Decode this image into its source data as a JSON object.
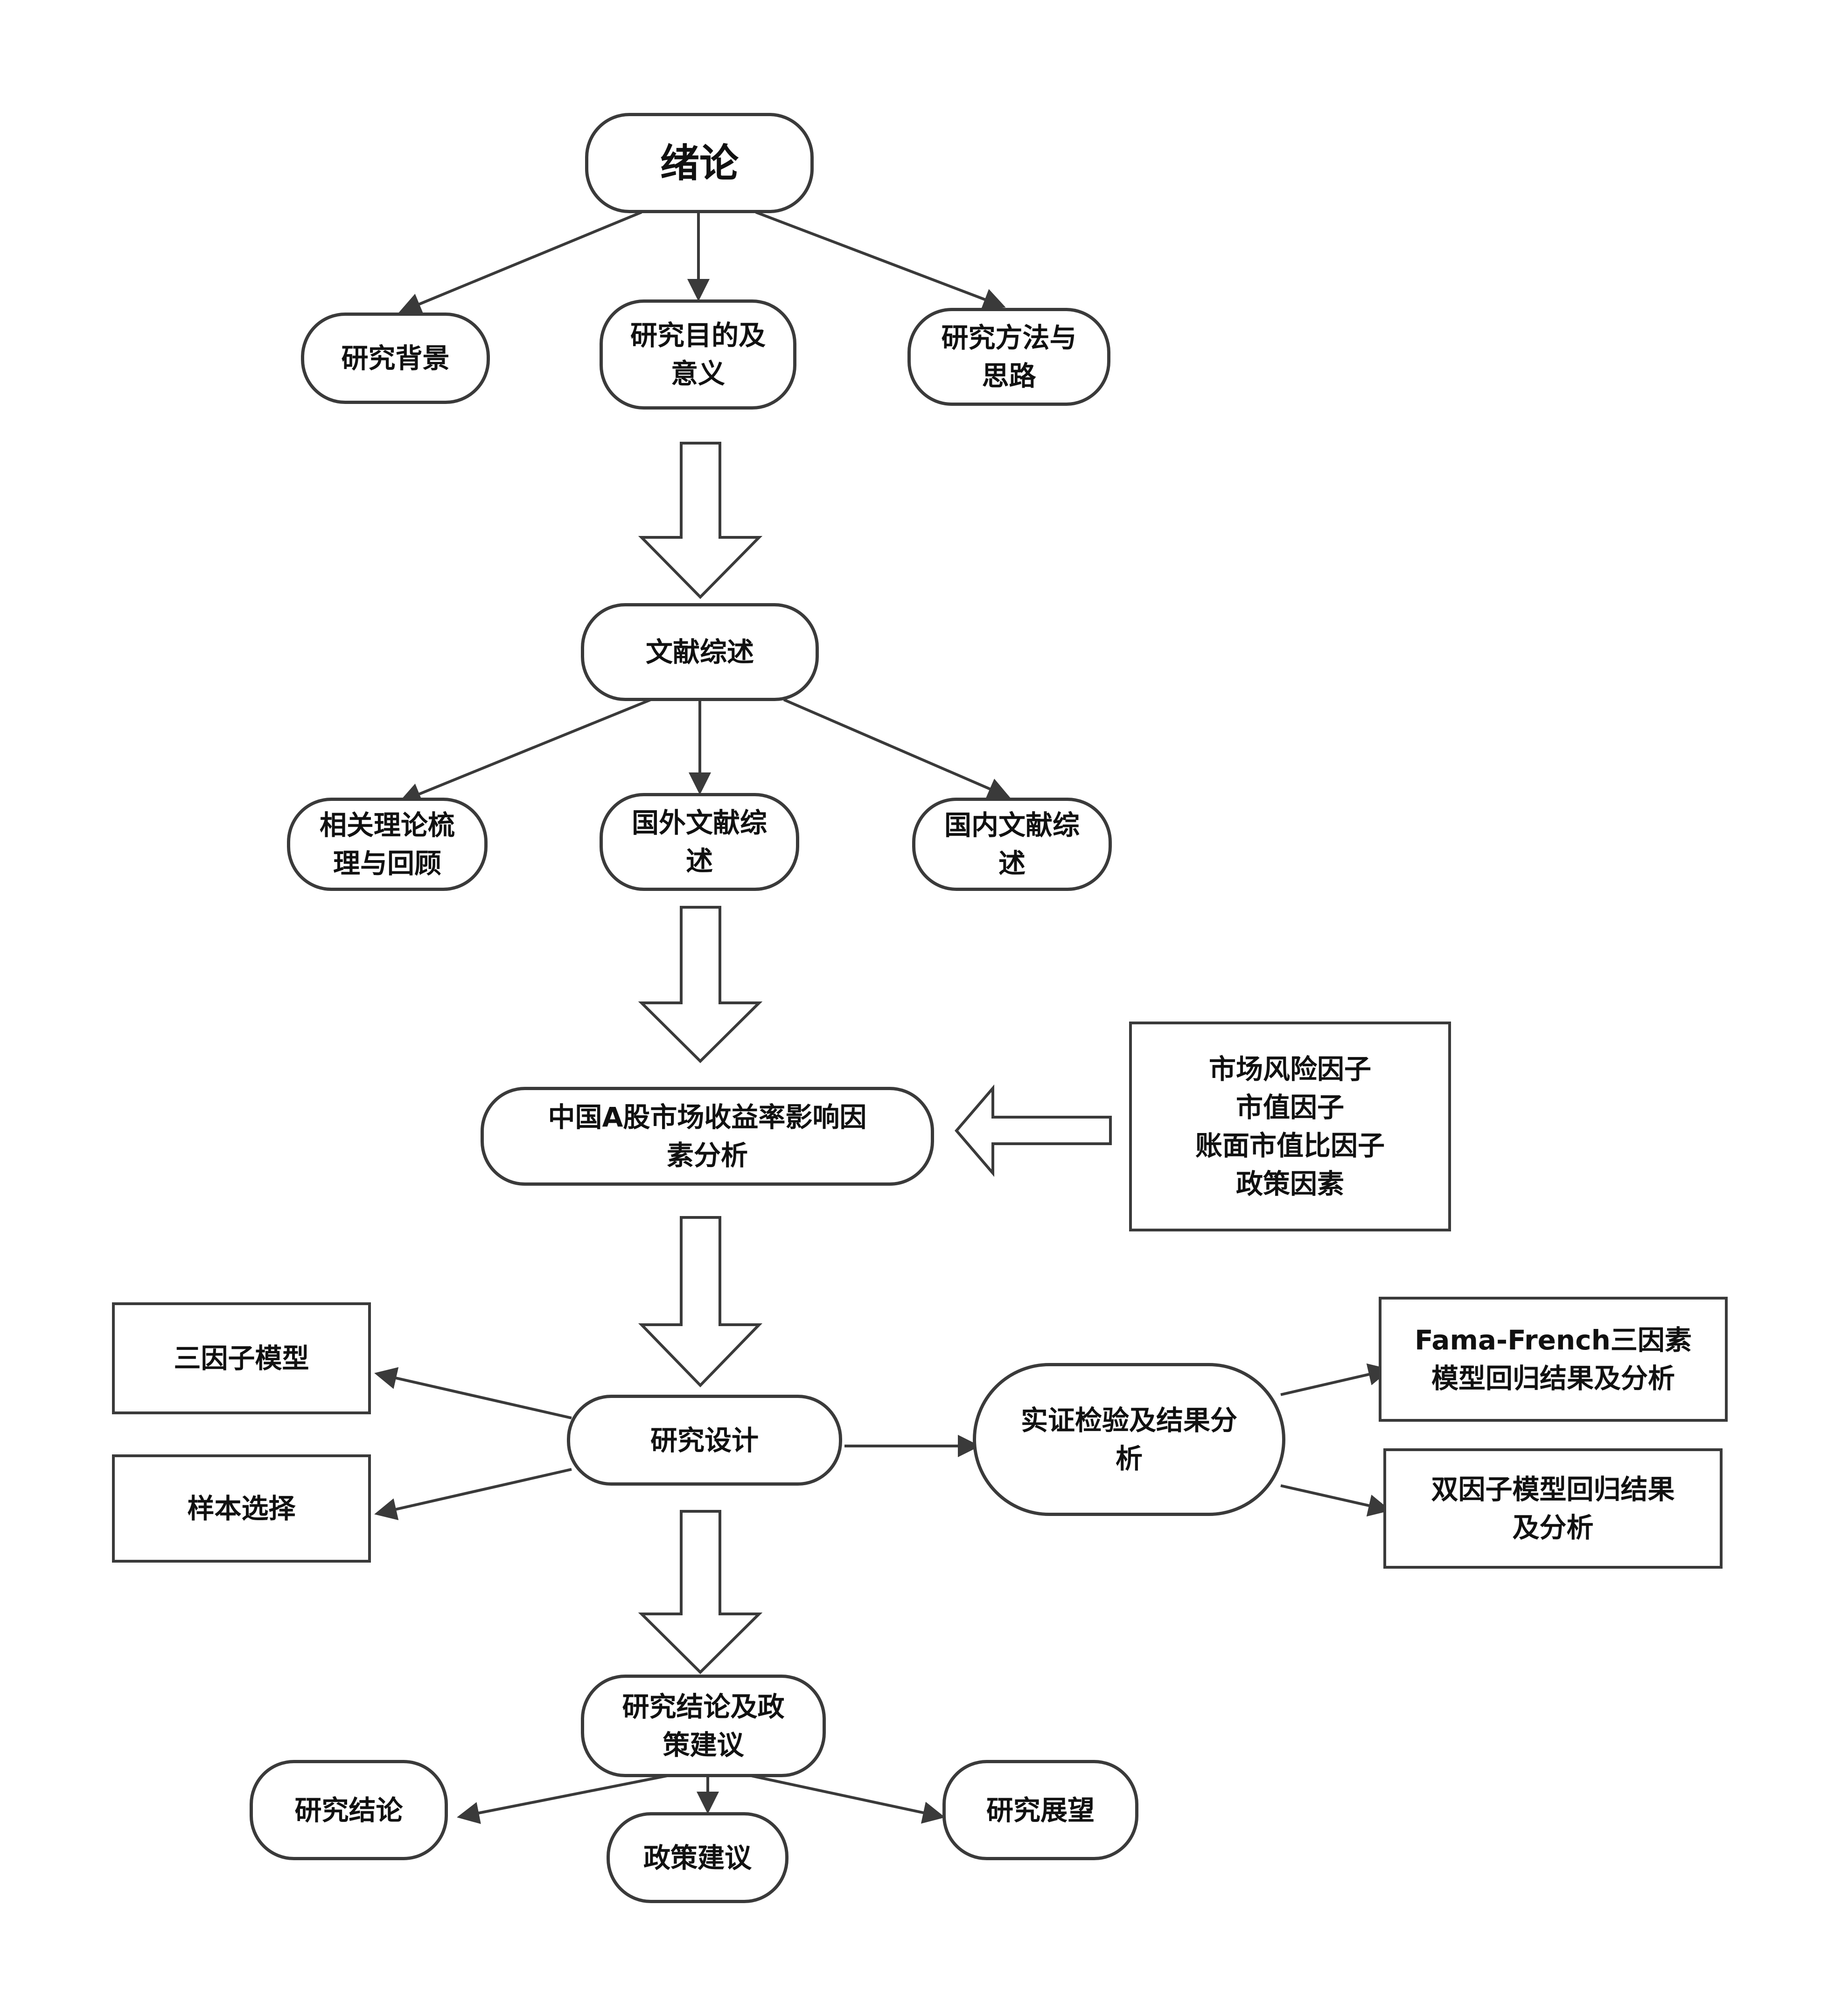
{
  "colors": {
    "stroke": "#3a3a3a",
    "text": "#111111",
    "background": "#ffffff"
  },
  "nodes": {
    "intro": "绪论",
    "background": "研究背景",
    "purpose": "研究目的及\n意义",
    "method": "研究方法与\n思路",
    "literature": "文献综述",
    "theory": "相关理论梳\n理与回顾",
    "foreign_lit": "国外文献综\n述",
    "domestic_lit": "国内文献综\n述",
    "factors": "中国A股市场收益率影响因\n素分析",
    "factor_list": "市场风险因子\n市值因子\n账面市值比因子\n政策因素",
    "design": "研究设计",
    "three_factor": "三因子模型",
    "sample": "样本选择",
    "empirical": "实证检验及结果分\n析",
    "ff_result": "Fama-French三因素\n模型回归结果及分析",
    "two_factor_result": "双因子模型回归结果\n及分析",
    "conclusion_policy": "研究结论及政\n策建议",
    "conclusion": "研究结论",
    "policy": "政策建议",
    "outlook": "研究展望"
  }
}
